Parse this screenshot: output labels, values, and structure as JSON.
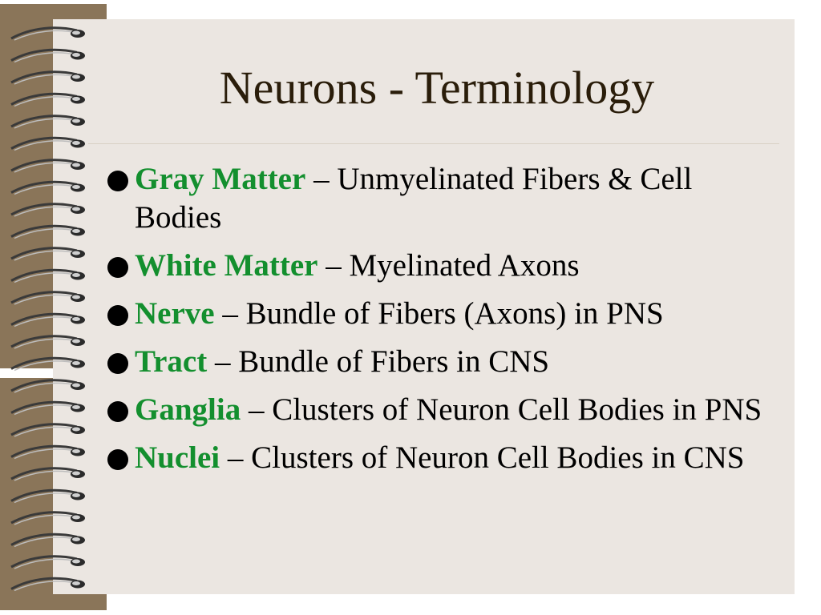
{
  "slide": {
    "title": "Neurons - Terminology",
    "bullets": [
      {
        "term": "Gray Matter",
        "definition": " – Unmyelinated Fibers & Cell Bodies"
      },
      {
        "term": "White Matter",
        "definition": " – Myelinated Axons"
      },
      {
        "term": "Nerve",
        "definition": " – Bundle of Fibers (Axons) in PNS"
      },
      {
        "term": "Tract",
        "definition": " – Bundle of Fibers in CNS"
      },
      {
        "term": "Ganglia",
        "definition": " – Clusters of Neuron Cell Bodies in PNS"
      },
      {
        "term": "Nuclei",
        "definition": " – Clusters of Neuron Cell Bodies in CNS"
      }
    ]
  },
  "colors": {
    "term_color": "#138f2e",
    "title_color": "#2a1d0a",
    "paper_color": "#ebe6e1",
    "binding_backing": "#8a7559"
  },
  "icons": [
    "bullet-dot-icon",
    "spiral-binding-icon"
  ]
}
